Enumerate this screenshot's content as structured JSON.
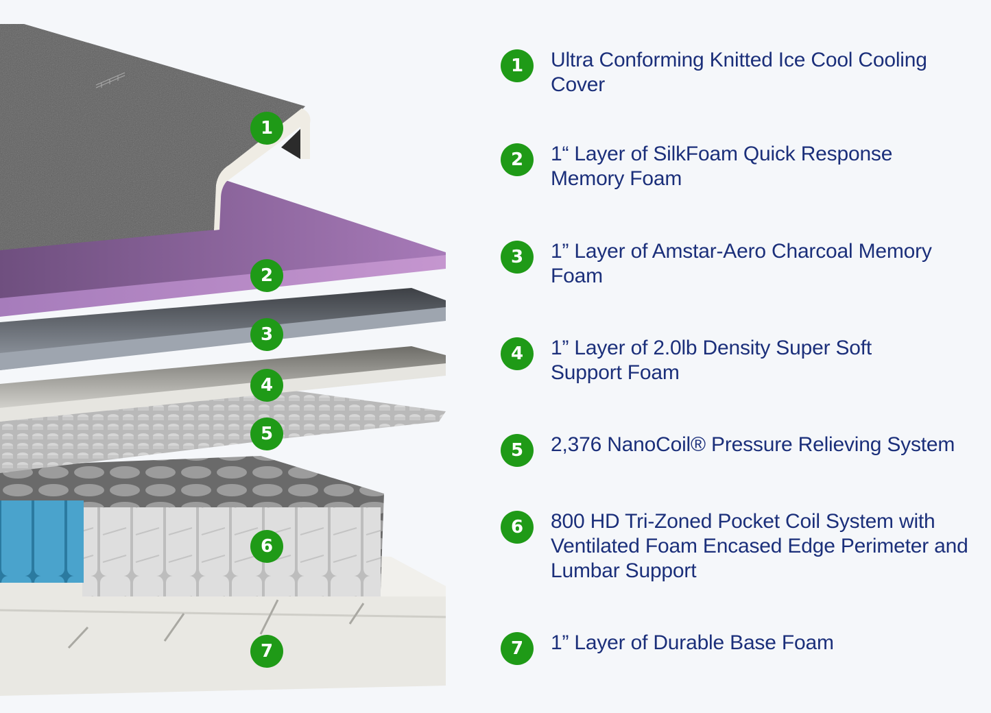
{
  "title": "Mattress layer construction",
  "colors": {
    "badge_green": "#1f9a17",
    "text_navy": "#1b2f7a",
    "background": "#f5f7fa",
    "cover": "#5b5b5b",
    "silkfoam_purple": "#9a6fb0",
    "charcoal_foam": "#8c939d",
    "support_foam": "#e2e1dc",
    "nanocoil": "#c9c9c9",
    "pocket_coil": "#dcdcdc",
    "lumbar_coil": "#3f98c2",
    "base_foam": "#e6e5e0"
  },
  "layers": [
    {
      "number": "1",
      "label": "Ultra Conforming Knitted Ice Cool Cooling Cover"
    },
    {
      "number": "2",
      "label": "1“ Layer of SilkFoam Quick Response Memory Foam"
    },
    {
      "number": "3",
      "label": "1” Layer of Amstar-Aero Charcoal Memory Foam"
    },
    {
      "number": "4",
      "label": "1” Layer of 2.0lb Density Super Soft Support Foam"
    },
    {
      "number": "5",
      "label": "2,376 NanoCoil® Pressure Relieving System"
    },
    {
      "number": "6",
      "label": "800 HD Tri-Zoned Pocket Coil System with Ventilated Foam Encased Edge Perimeter and Lumbar Support"
    },
    {
      "number": "7",
      "label": "1” Layer of Durable Base Foam"
    }
  ]
}
